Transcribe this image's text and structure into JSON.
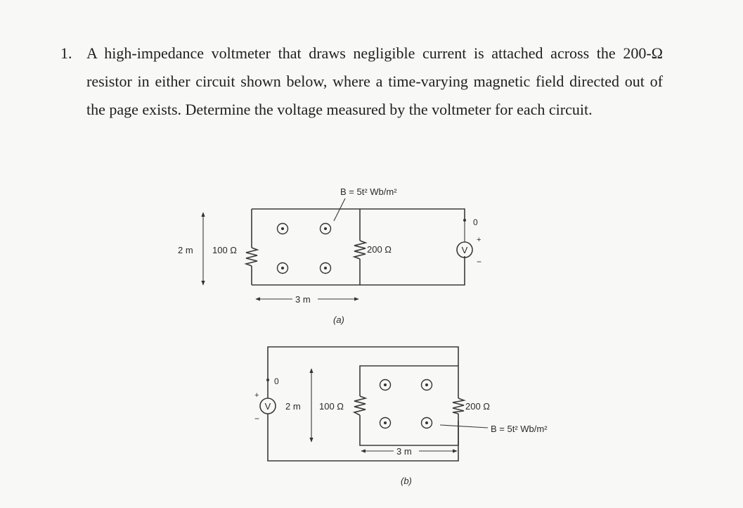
{
  "problem": {
    "number": "1.",
    "text": "A high-impedance voltmeter that draws negligible current is attached across the 200-Ω resistor in either circuit shown below, where a time-varying magnetic field directed out of the page exists. Determine the voltage measured by the voltmeter for each circuit."
  },
  "figure_a": {
    "caption": "(a)",
    "b_label": "B = 5t² Wb/m²",
    "height_label": "2 m",
    "width_label": "3 m",
    "r1_label": "100 Ω",
    "r2_label": "200 Ω",
    "meter_symbol": "V",
    "zero_label": "0",
    "plus_sign": "+",
    "minus_sign": "−"
  },
  "figure_b": {
    "caption": "(b)",
    "b_label": "B = 5t² Wb/m²",
    "height_label": "2 m",
    "width_label": "3 m",
    "r1_label": "100 Ω",
    "r2_label": "200 Ω",
    "meter_symbol": "V",
    "zero_label": "0",
    "plus_sign": "+",
    "minus_sign": "−"
  }
}
